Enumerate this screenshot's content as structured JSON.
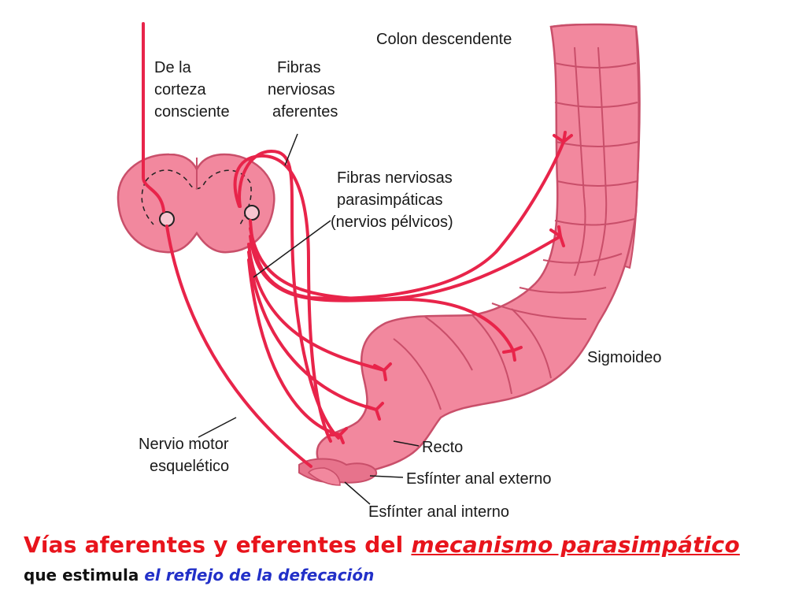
{
  "labels": {
    "cortex": [
      "De la",
      "corteza",
      "consciente"
    ],
    "afferent": [
      "Fibras",
      "nerviosas",
      "aferentes"
    ],
    "parasympathetic": [
      "Fibras nerviosas",
      "parasimpáticas",
      "(nervios pélvicos)"
    ],
    "colon_descending": "Colon descendente",
    "sigmoid": "Sigmoideo",
    "motor_nerve": [
      "Nervio motor",
      "esquelético"
    ],
    "rectum": "Recto",
    "external_sphincter": "Esfínter anal externo",
    "internal_sphincter": "Esfínter anal interno"
  },
  "caption": {
    "line1_prefix": "Vías aferentes y eferentes del ",
    "line1_emph": "mecanismo parasimpático",
    "line2_prefix": "que estimula ",
    "line2_emph": "el reflejo de la defecación"
  },
  "colors": {
    "tissue": "#f2889e",
    "tissue_dark": "#c94f6a",
    "nerve": "#e8244a",
    "title_red": "#e8141c",
    "subtitle_blue": "#2230c8"
  }
}
